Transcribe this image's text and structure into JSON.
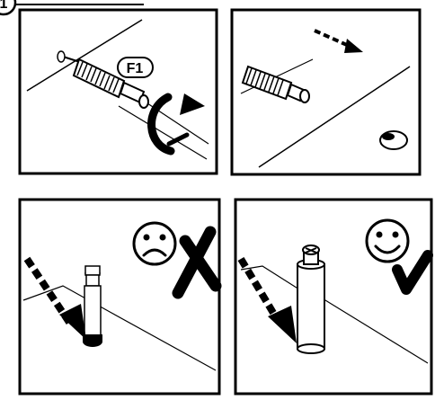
{
  "step_marker": "1",
  "panels": [
    {
      "id": "insert-screw",
      "callout": "F1",
      "has_rotate_arrow": true
    },
    {
      "id": "slide-into-hole",
      "has_direction_arrow": true
    },
    {
      "id": "wrong-depth",
      "face": "sad",
      "mark": "cross"
    },
    {
      "id": "correct-depth",
      "face": "happy",
      "mark": "check"
    }
  ],
  "colors": {
    "ink": "#000000",
    "paper": "#ffffff"
  }
}
